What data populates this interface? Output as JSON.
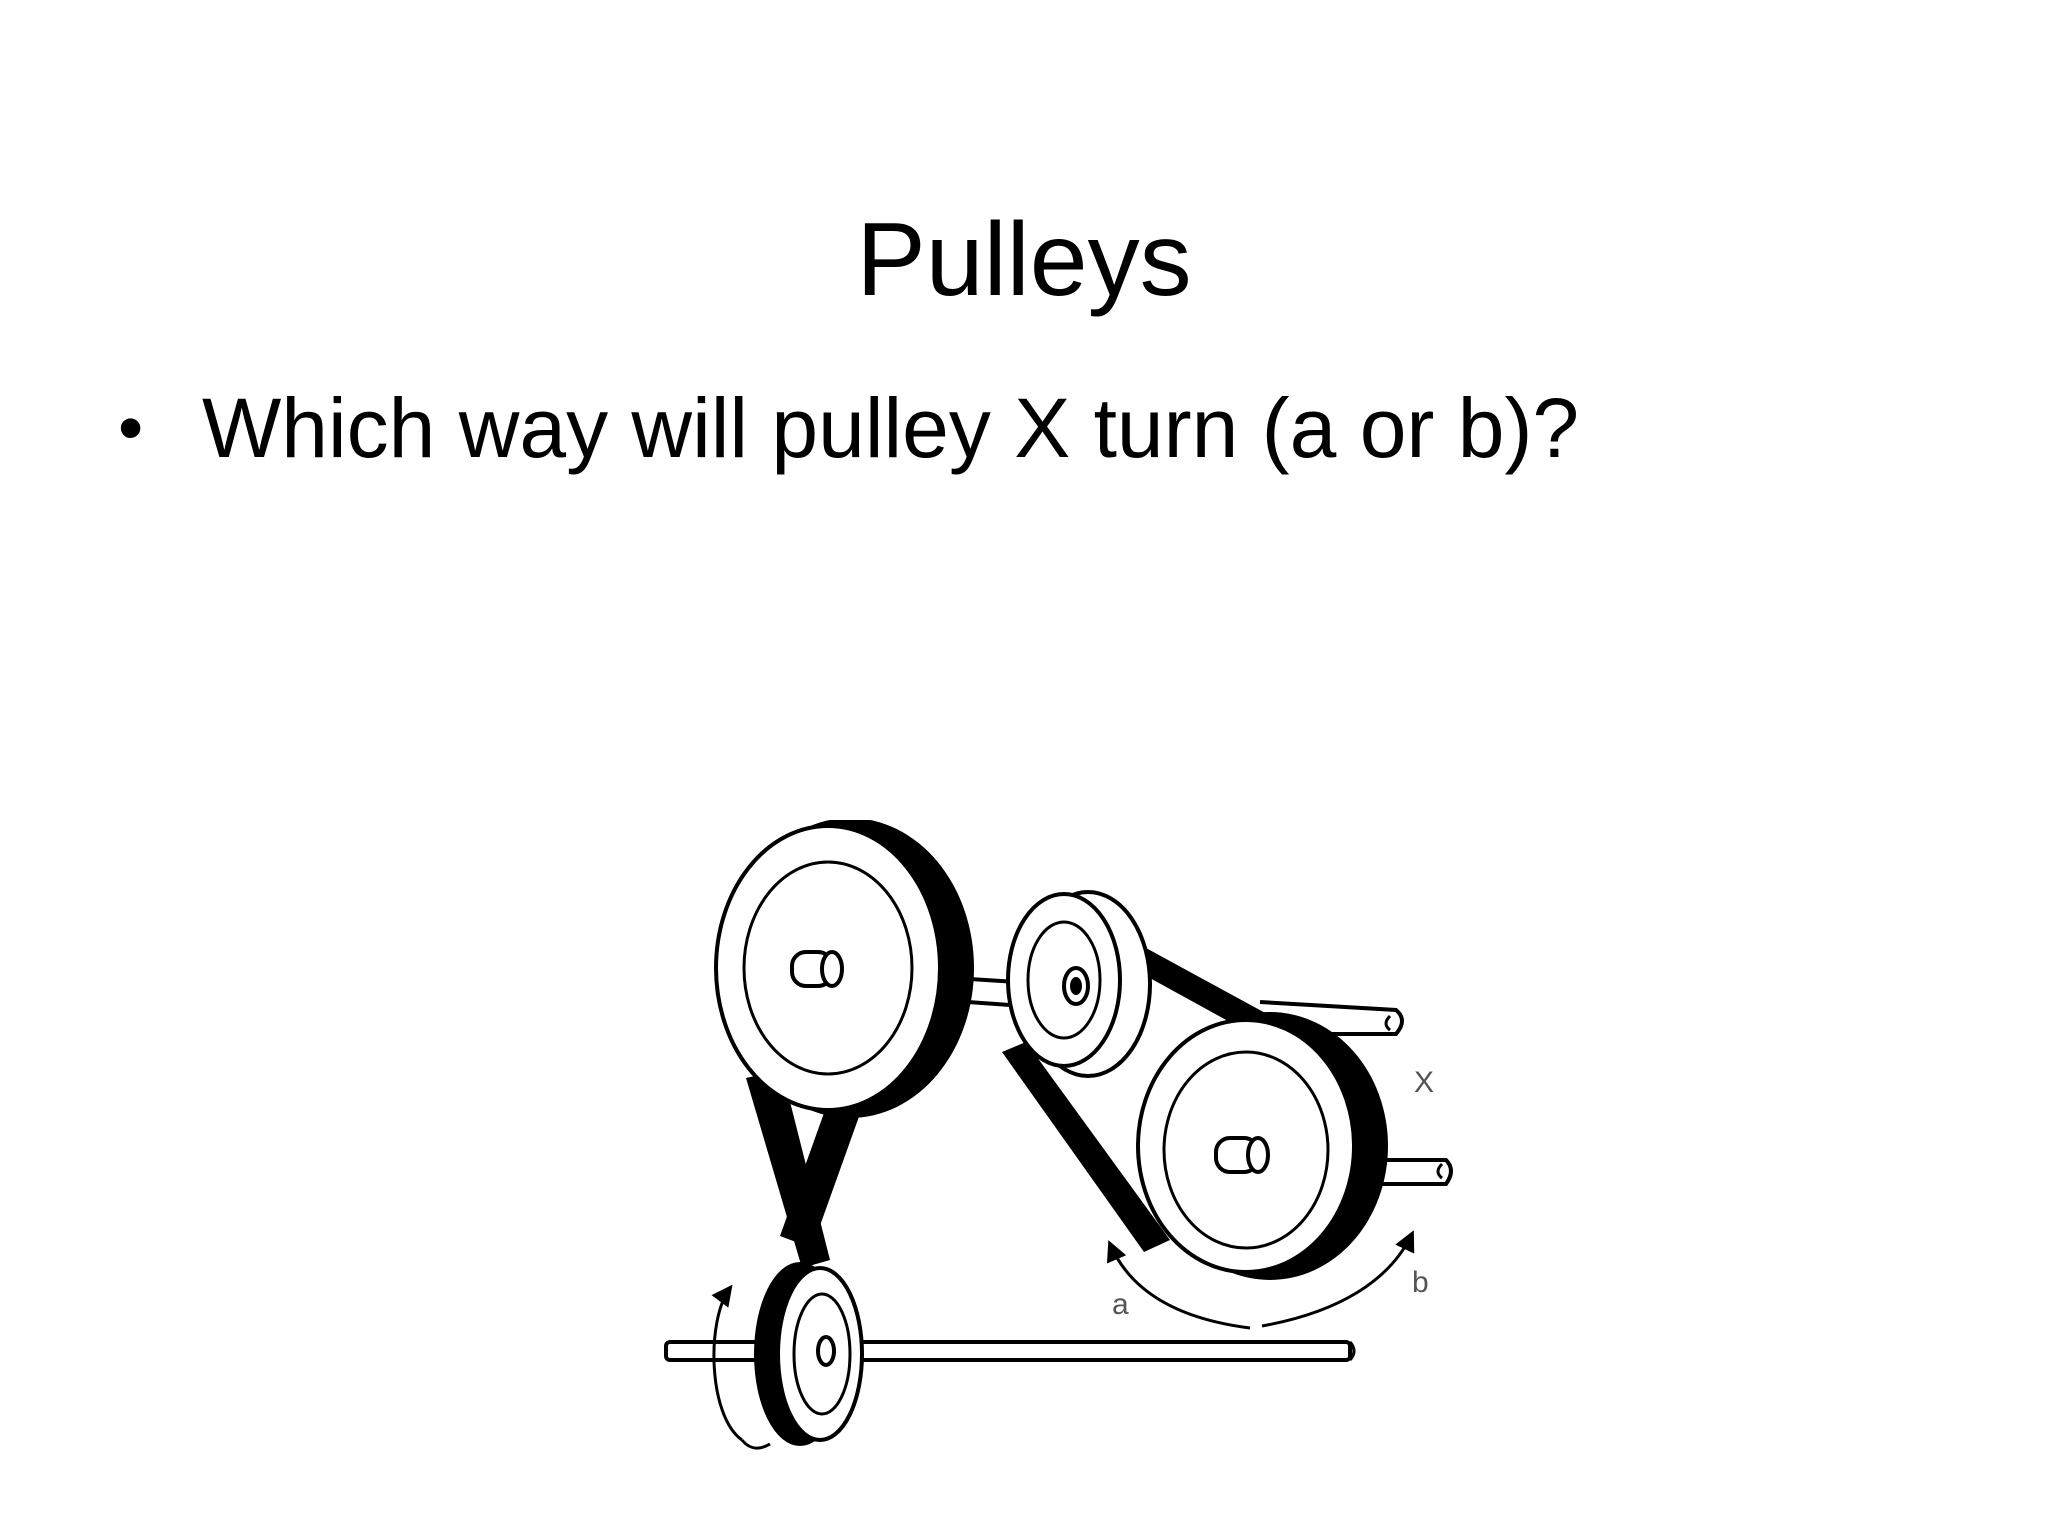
{
  "slide": {
    "title": "Pulleys",
    "bullets": [
      {
        "marker": "•",
        "text": "Which way will pulley X turn (a or b)?"
      }
    ]
  },
  "diagram": {
    "labels": {
      "pulley": "X",
      "direction_a": "a",
      "direction_b": "b"
    },
    "colors": {
      "ink": "#000000",
      "label": "#555555",
      "background": "#ffffff"
    }
  }
}
